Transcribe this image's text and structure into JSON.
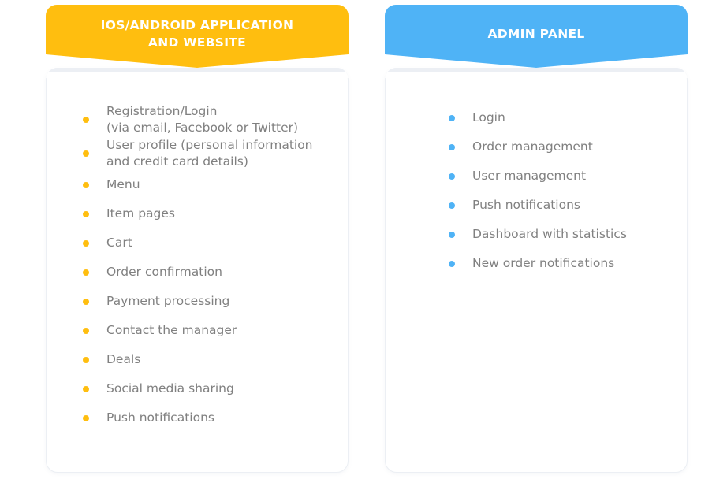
{
  "theme": {
    "orange": "#FFBE0F",
    "blue": "#4FB3F6",
    "card_border": "#ECEFF4",
    "text_gray": "#808080",
    "background": "#FFFFFF"
  },
  "cards": [
    {
      "id": "ios-android-application-and-website",
      "title": "IOS/ANDROID APPLICATION\nAND WEBSITE",
      "accent": "#FFBE0F",
      "items": [
        "Registration/Login\n(via email, Facebook or Twitter)",
        "User profile (personal information\nand credit card details)",
        "Menu",
        "Item pages",
        "Cart",
        "Order confirmation",
        "Payment processing",
        "Contact the manager",
        "Deals",
        "Social media sharing",
        "Push notifications"
      ]
    },
    {
      "id": "admin-panel",
      "title": "ADMIN PANEL",
      "accent": "#4FB3F6",
      "items": [
        "Login",
        "Order management",
        "User management",
        "Push notifications",
        "Dashboard with statistics",
        "New order notifications"
      ]
    }
  ]
}
